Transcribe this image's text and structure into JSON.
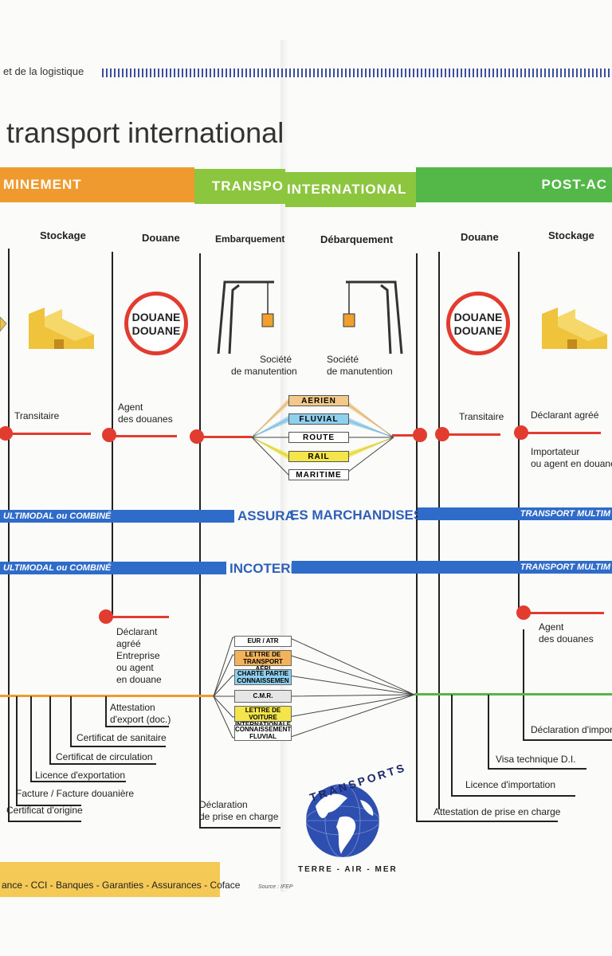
{
  "header": {
    "subtitle": "et de la logistique",
    "title": "transport international"
  },
  "phases": {
    "pre": "MINEMENT",
    "main_left": "TRANSPO",
    "main_right": "INTERNATIONAL",
    "post": "POST-AC"
  },
  "columns": {
    "stockage_left": "Stockage",
    "douane_left": "Douane",
    "embarquement": "Embarquement",
    "debarquement": "Débarquement",
    "douane_right": "Douane",
    "stockage_right": "Stockage"
  },
  "signs": {
    "douane_line1": "DOUANE",
    "douane_line2": "DOUANE"
  },
  "cranes": {
    "left_label_1": "Société",
    "left_label_2": "de manutention",
    "right_label_1": "Société",
    "right_label_2": "de manutention"
  },
  "actors": {
    "transitaire_left": "Transitaire",
    "agent_douanes_left_1": "Agent",
    "agent_douanes_left_2": "des douanes",
    "transitaire_right": "Transitaire",
    "declarant_agree_right": "Déclarant agréé",
    "importateur_1": "Importateur",
    "importateur_2": "ou agent en douane",
    "declarant_left_1": "Déclarant",
    "declarant_left_2": "agréé",
    "declarant_left_3": "Entreprise",
    "declarant_left_4": "ou agent",
    "declarant_left_5": "en douane",
    "agent_douanes_right_1": "Agent",
    "agent_douanes_right_2": "des douanes"
  },
  "modes": [
    "AERIEN",
    "FLUVIAL",
    "ROUTE",
    "RAIL",
    "MARITIME"
  ],
  "bars": {
    "assurance_left": "ULTIMODAL ou COMBINÉ",
    "assurance_center": "ASSURANCES MARCHANDISES",
    "assurance_center_shown": "ASSURA",
    "assurance_center_shown_2": "ES MARCHANDISES",
    "assurance_right": "TRANSPORT MULTIM",
    "incoterm_left": "ULTIMODAL ou COMBINÉ",
    "incoterm_center": "INCOTERM",
    "incoterm_right": "TRANSPORT MULTIM"
  },
  "documents_transport": [
    "EUR / ATR",
    "LETTRE DE TRANSPORT AÉRI",
    "CHARTE PARTIE CONNAISSEMEN",
    "C.M.R.",
    "LETTRE DE VOITURE INTERNATIONALE",
    "CONNAISSEMENT FLUVIAL"
  ],
  "documents_export": [
    "Attestation",
    "d'export (doc.)",
    "Certificat de sanitaire",
    "Certificat de circulation",
    "Licence d'exportation",
    "Facture / Facture douanière",
    "Certificat d'origine"
  ],
  "documents_other": {
    "declaration_1": "Déclaration",
    "declaration_2": "de prise en charge",
    "attestation_prise": "Attestation de prise en charge",
    "licence_import": "Licence d'importation",
    "visa": "Visa technique D.I.",
    "declaration_import": "Déclaration d'import"
  },
  "logo": {
    "top": "TRANSPORTS",
    "bottom": "TERRE - AIR - MER"
  },
  "footer": {
    "partners": "ance - CCI - Banques - Garanties - Assurances - Coface",
    "source": "Source : IFEP"
  },
  "colors": {
    "orange": "#ef9a2e",
    "green_light": "#8cc63f",
    "green": "#54b848",
    "blue": "#2f6bc8",
    "red": "#e23b2f",
    "yellow_box": "#f5c956"
  }
}
